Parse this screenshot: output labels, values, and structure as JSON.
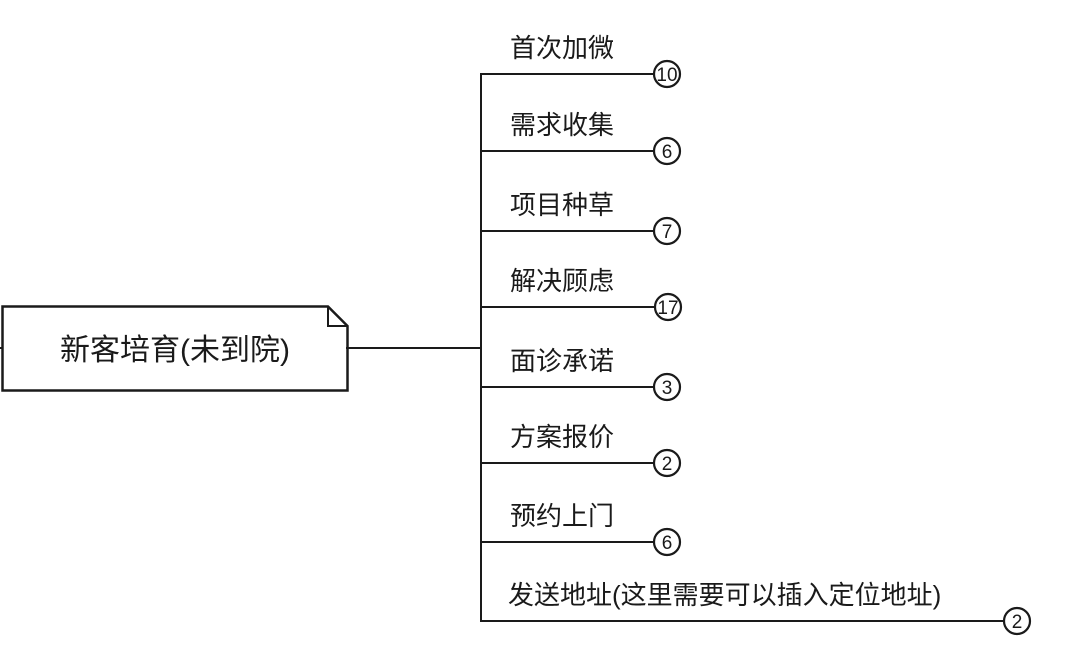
{
  "diagram": {
    "type": "mindmap",
    "root": {
      "label": "新客培育(未到院)"
    },
    "branches": [
      {
        "label": "首次加微",
        "count": "10"
      },
      {
        "label": "需求收集",
        "count": "6"
      },
      {
        "label": "项目种草",
        "count": "7"
      },
      {
        "label": "解决顾虑",
        "count": "17"
      },
      {
        "label": "面诊承诺",
        "count": "3"
      },
      {
        "label": "方案报价",
        "count": "2"
      },
      {
        "label": "预约上门",
        "count": "6"
      },
      {
        "label": "发送地址(这里需要可以插入定位地址)",
        "count": "2"
      }
    ],
    "colors": {
      "line": "#1a1a1a",
      "text": "#1a1a1a",
      "node_fill": "#ffffff",
      "background": "#ffffff"
    }
  }
}
